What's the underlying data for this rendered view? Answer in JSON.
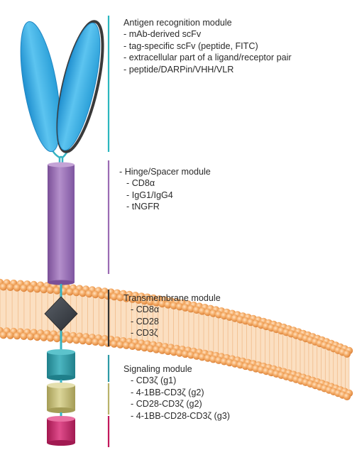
{
  "modules": {
    "antigen": {
      "title": "Antigen recognition module",
      "items": [
        "- mAb-derived scFv",
        "- tag-specific scFv (peptide, FITC)",
        "- extracellular part of a ligand/receptor pair",
        "- peptide/DARPin/VHH/VLR"
      ],
      "bar_color": "#2bb6bf"
    },
    "hinge": {
      "title": "- Hinge/Spacer module",
      "items": [
        "- CD8α",
        "- IgG1/IgG4",
        "- tNGFR"
      ],
      "bar_color": "#9b6bb3"
    },
    "transmembrane": {
      "title": "Transmembrane module",
      "items": [
        "- CD8α",
        "- CD28",
        "- CD3ζ"
      ],
      "bar_color": "#333333"
    },
    "signaling": {
      "title": "Signaling module",
      "items": [
        "- CD3ζ (g1)",
        "- 4-1BB-CD3ζ (g2)",
        "- CD28-CD3ζ (g2)",
        "- 4-1BB-CD28-CD3ζ (g3)"
      ],
      "bar_color": "#c2185b"
    }
  },
  "colors": {
    "scfv": "#35aee3",
    "hinge": "#9a6bb8",
    "diamond": "#3a3f46",
    "membrane": "#f0a35a",
    "sig1": "#2e9aa6",
    "sig2": "#c9c27a",
    "sig3": "#c8246a",
    "stalk": "#36b3c2"
  },
  "icons": [
    "scfv-antibody-icon",
    "hinge-cylinder-icon",
    "transmembrane-diamond-icon",
    "lipid-bilayer-icon",
    "signaling-domain-cylinder-icon"
  ]
}
